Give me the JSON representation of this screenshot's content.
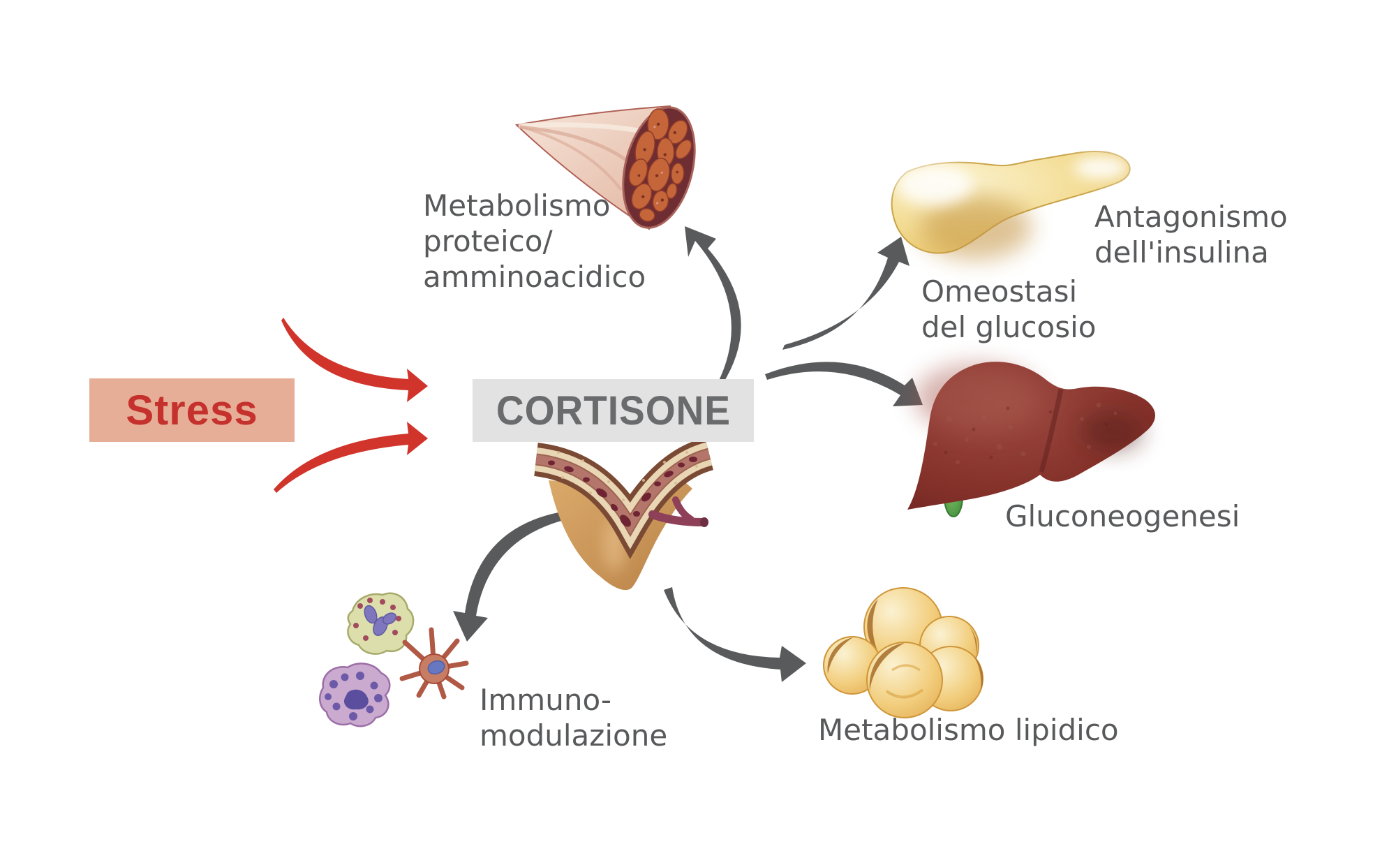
{
  "source": {
    "label": "Stress"
  },
  "hormone": {
    "label": "CORTISONE"
  },
  "effects": [
    {
      "id": "protein-metabolism",
      "illustration": "muscle-tissue",
      "lines": [
        "Metabolismo",
        "proteico/",
        "amminoacidico"
      ]
    },
    {
      "id": "insulin-antagonism",
      "illustration": "pancreas",
      "lines": [
        "Antagonismo",
        "dell'insulina"
      ]
    },
    {
      "id": "glucose-homeostasis",
      "illustration": "pancreas",
      "lines": [
        "Omeostasi",
        "del glucosio"
      ]
    },
    {
      "id": "gluconeogenesis",
      "illustration": "liver",
      "lines": [
        "Gluconeogenesi"
      ]
    },
    {
      "id": "immunomodulation",
      "illustration": "immune-cells",
      "lines": [
        "Immuno-",
        "modulazione"
      ]
    },
    {
      "id": "lipid-metabolism",
      "illustration": "fat-cells",
      "lines": [
        "Metabolismo lipidico"
      ]
    }
  ],
  "colors": {
    "stress_bg": "#E7AE97",
    "stress_text": "#C5312D",
    "arrow_red": "#D0342B",
    "cortisone_bg": "#E2E2E2",
    "cortisone_text": "#6A6B6D",
    "label_text": "#58595B",
    "arrow_gray": "#595A5C"
  }
}
